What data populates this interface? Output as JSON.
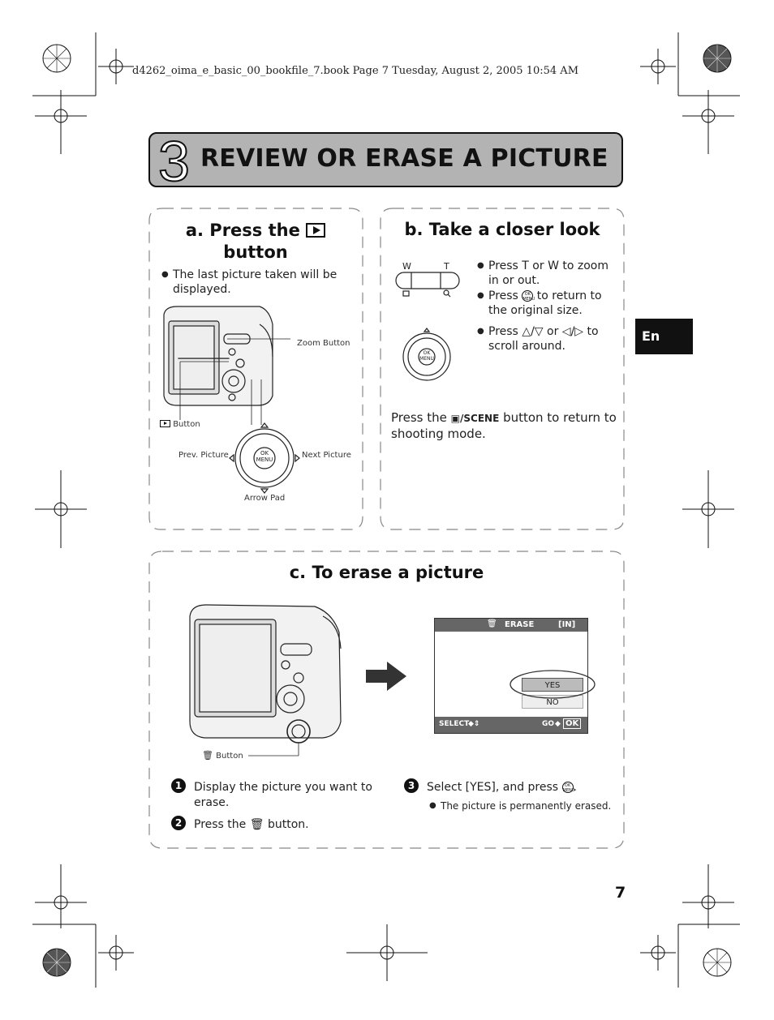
{
  "header": {
    "file_line": "d4262_oima_e_basic_00_bookfile_7.book  Page 7  Tuesday, August 2, 2005  10:54 AM"
  },
  "title": {
    "number": "3",
    "text": "REVIEW OR ERASE A PICTURE"
  },
  "lang_tab": "En",
  "page_number": "7",
  "section_a": {
    "heading_pre": "a. Press the",
    "heading_post": "button",
    "bullet": "The last picture taken will be displayed.",
    "labels": {
      "zoom": "Zoom Button",
      "play": "Button",
      "prev": "Prev. Picture",
      "next": "Next Picture",
      "arrow": "Arrow Pad"
    }
  },
  "section_b": {
    "heading": "b. Take a closer look",
    "w_label": "W",
    "t_label": "T",
    "bullets": [
      "Press T or W to zoom in or out.",
      "to return to the original size.",
      "to scroll around."
    ],
    "press": "Press",
    "or": "or",
    "return_text_pre": "Press the",
    "return_text_post": "button to return to shooting mode.",
    "scene": "SCENE"
  },
  "section_c": {
    "heading": "c. To erase a picture",
    "button_label": "Button",
    "steps": [
      {
        "num": "1",
        "text": "Display the picture you want to erase."
      },
      {
        "num": "2",
        "text_pre": "Press the",
        "text_post": "button."
      },
      {
        "num": "3",
        "text": "Select [YES], and press"
      }
    ],
    "step3_bullet": "The picture is permanently erased.",
    "screen": {
      "title": "ERASE",
      "mem": "[IN]",
      "yes": "YES",
      "no": "NO",
      "select": "SELECT",
      "go": "GO",
      "ok": "OK"
    }
  },
  "dpad": {
    "ok": "OK",
    "menu": "MENU"
  }
}
